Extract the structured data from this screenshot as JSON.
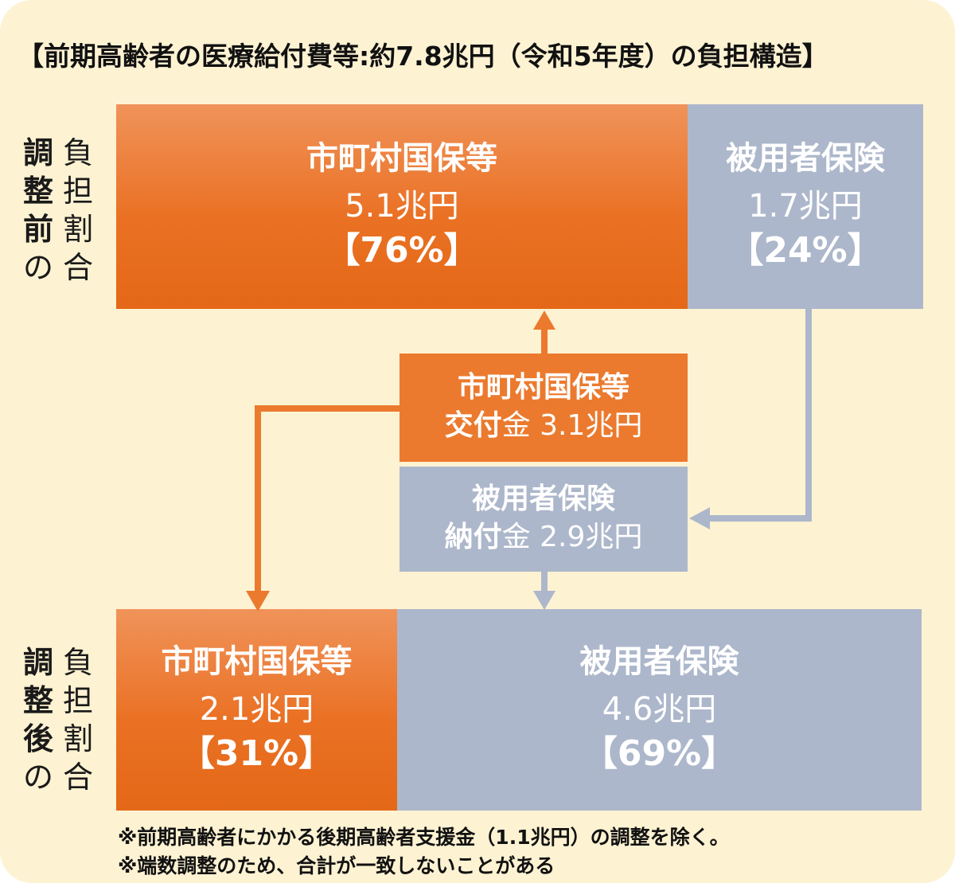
{
  "title": "【前期高齢者の医療給付費等:約7.8兆円（令和5年度）の負担構造】",
  "before_label": {
    "col1": [
      "負",
      "担",
      "割",
      "合"
    ],
    "col2": [
      "調",
      "整",
      "前",
      "の"
    ]
  },
  "after_label": {
    "col1": [
      "負",
      "担",
      "割",
      "合"
    ],
    "col2": [
      "調",
      "整",
      "後",
      "の"
    ]
  },
  "before": {
    "kokuho": {
      "name": "市町村国保等",
      "amount": "5.1兆円",
      "percent": "【76%】"
    },
    "hiyosha": {
      "name": "被用者保険",
      "amount": "1.7兆円",
      "percent": "【24%】"
    }
  },
  "middle": {
    "kofukin": {
      "name": "市町村国保等",
      "bold": "交付",
      "rest": "金 3.1兆円"
    },
    "nofukin": {
      "name": "被用者保険",
      "bold": "納付",
      "rest": "金 2.9兆円"
    }
  },
  "after": {
    "kokuho": {
      "name": "市町村国保等",
      "amount": "2.1兆円",
      "percent": "【31%】"
    },
    "hiyosha": {
      "name": "被用者保険",
      "amount": "4.6兆円",
      "percent": "【69%】"
    }
  },
  "notes": [
    "※前期高齢者にかかる後期高齢者支援金（1.1兆円）の調整を除く。",
    "※端数調整のため、合計が一致しないことがある"
  ],
  "colors": {
    "background": "#fdf2d2",
    "orange": "#eb7a2e",
    "gray": "#adb7cb"
  }
}
